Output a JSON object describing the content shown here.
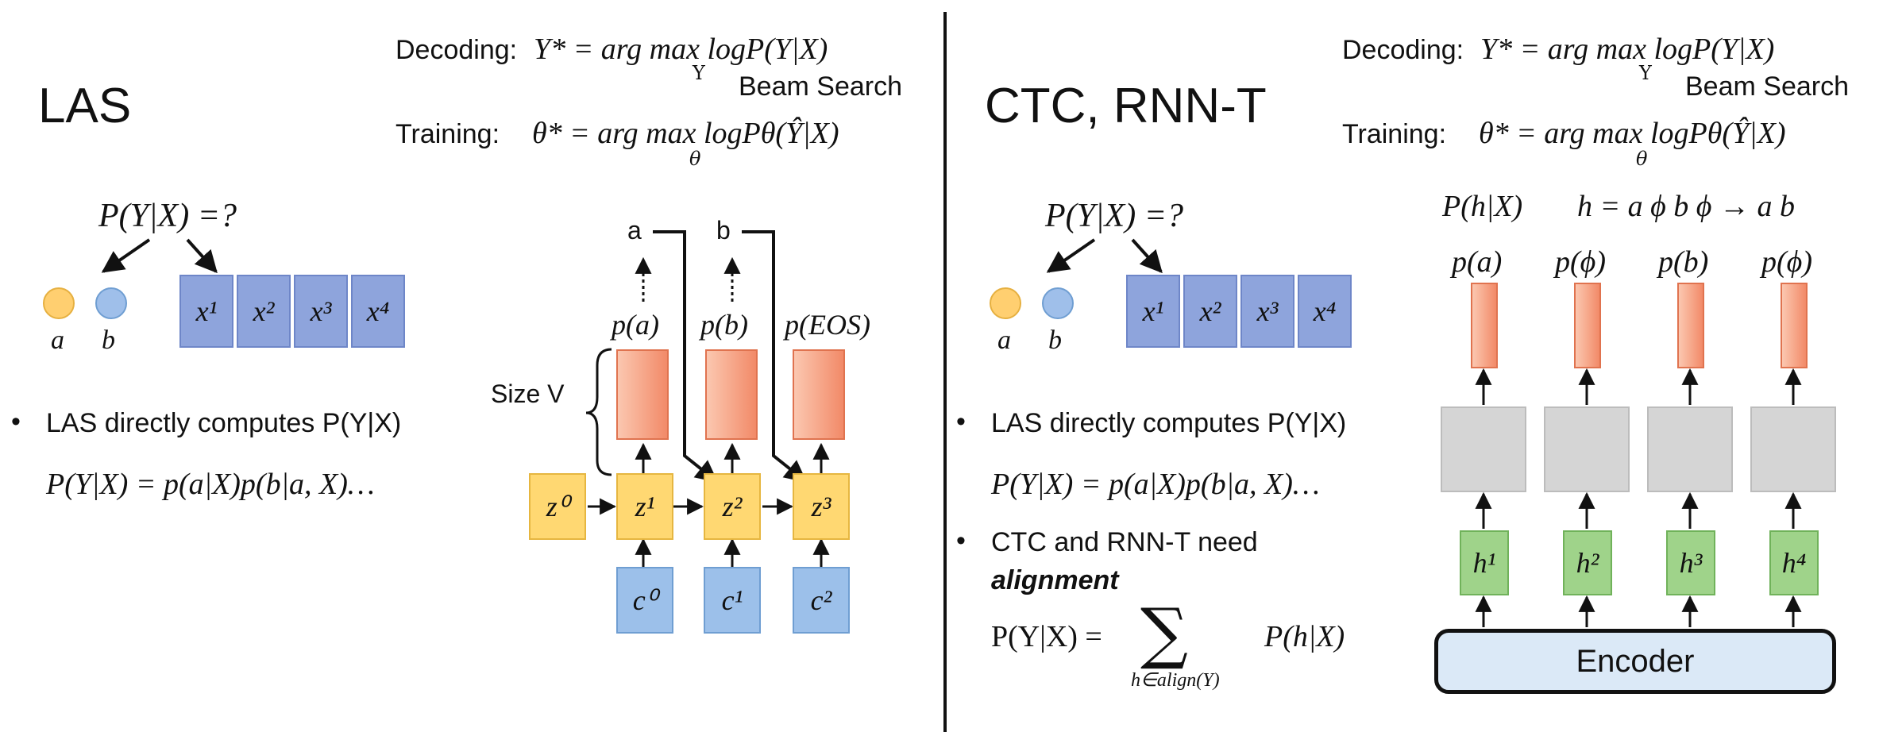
{
  "left": {
    "title": "LAS",
    "decoding_label": "Decoding:",
    "decoding_formula": "Y* = arg max logP(Y|X)",
    "decoding_sub": "Y",
    "beam_search": "Beam Search",
    "training_label": "Training:",
    "training_formula": "θ* = arg max logPθ(Ŷ|X)",
    "training_sub": "θ",
    "question": "P(Y|X) =?",
    "circle_a": "a",
    "circle_b": "b",
    "x_boxes": [
      "x¹",
      "x²",
      "x³",
      "x⁴"
    ],
    "bullet1": "LAS directly computes P(Y|X)",
    "eq1": "P(Y|X) = p(a|X)p(b|a, X)…",
    "diagram": {
      "out_a": "a",
      "out_b": "b",
      "probs": [
        "p(a)",
        "p(b)",
        "p(EOS)"
      ],
      "size_label": "Size V",
      "z": [
        "z⁰",
        "z¹",
        "z²",
        "z³"
      ],
      "c": [
        "c⁰",
        "c¹",
        "c²"
      ]
    }
  },
  "right": {
    "title": "CTC, RNN-T",
    "decoding_label": "Decoding:",
    "decoding_formula": "Y* = arg max logP(Y|X)",
    "decoding_sub": "Y",
    "beam_search": "Beam Search",
    "training_label": "Training:",
    "training_formula": "θ* = arg max logPθ(Ŷ|X)",
    "training_sub": "θ",
    "question": "P(Y|X) =?",
    "circle_a": "a",
    "circle_b": "b",
    "x_boxes": [
      "x¹",
      "x²",
      "x³",
      "x⁴"
    ],
    "bullet1": "LAS directly computes P(Y|X)",
    "eq1": "P(Y|X) = p(a|X)p(b|a, X)…",
    "bullet2": "CTC and RNN-T need",
    "bullet2_bold": "alignment",
    "eq2_left": "P(Y|X) =",
    "eq2_sum": "∑",
    "eq2_sub": "h∈align(Y)",
    "eq2_right": "P(h|X)",
    "diagram": {
      "ph_label": "P(h|X)",
      "h_eq": "h = a ϕ b ϕ → a b",
      "probs": [
        "p(a)",
        "p(ϕ)",
        "p(b)",
        "p(ϕ)"
      ],
      "h": [
        "h¹",
        "h²",
        "h³",
        "h⁴"
      ],
      "encoder": "Encoder"
    }
  },
  "colors": {
    "x_box": "#8ea4dc",
    "z_box": "#ffd872",
    "c_box": "#9cc0ea",
    "out_box": "#f28a68",
    "gray_box": "#d5d5d5",
    "h_box": "#9fd38a",
    "encoder": "#dbe9f7",
    "circle_a": "#ffcf70",
    "circle_b": "#9fbfea"
  }
}
